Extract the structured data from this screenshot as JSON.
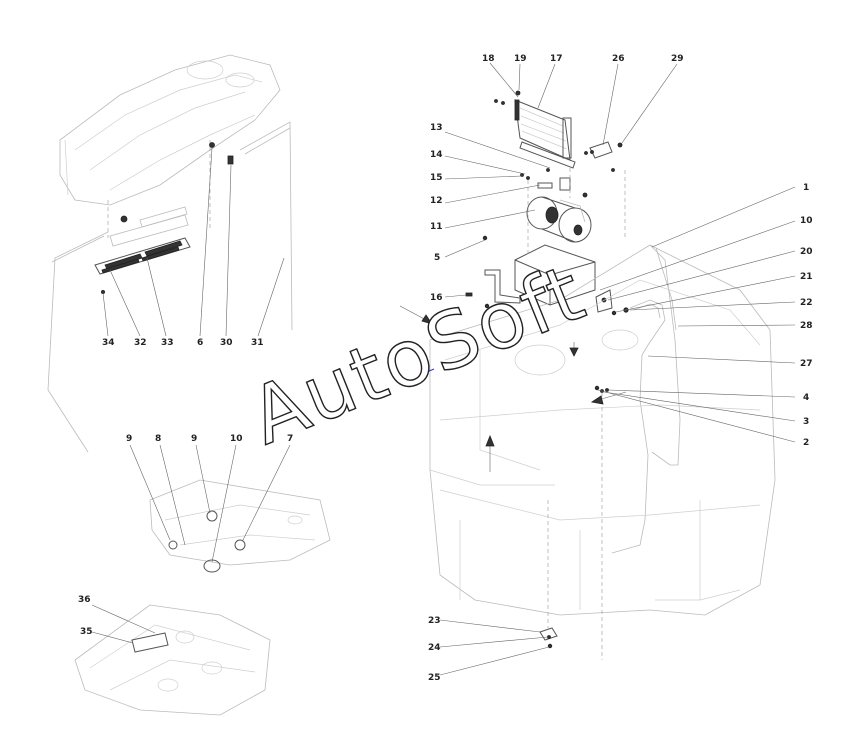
{
  "watermark": "AutoSoft",
  "callouts": {
    "c1": "1",
    "c2": "2",
    "c3": "3",
    "c4": "4",
    "c5": "5",
    "c6": "6",
    "c7": "7",
    "c8": "8",
    "c9a": "9",
    "c9b": "9",
    "c10a": "10",
    "c10b": "10",
    "c11": "11",
    "c12": "12",
    "c13": "13",
    "c14": "14",
    "c15": "15",
    "c16": "16",
    "c17": "17",
    "c18": "18",
    "c19": "19",
    "c20": "20",
    "c21": "21",
    "c22": "22",
    "c23": "23",
    "c24": "24",
    "c25": "25",
    "c26": "26",
    "c27": "27",
    "c28": "28",
    "c29": "29",
    "c30": "30",
    "c31": "31",
    "c32": "32",
    "c33": "33",
    "c34": "34",
    "c35": "35",
    "c36": "36"
  }
}
